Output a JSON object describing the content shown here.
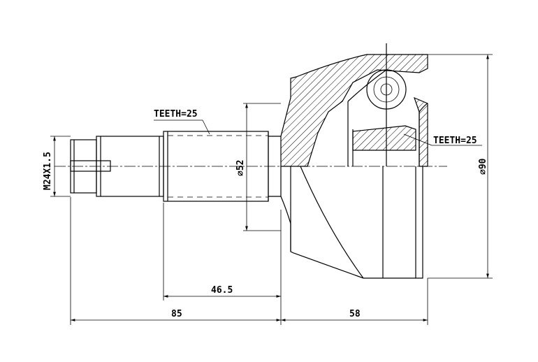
{
  "labels": {
    "thread": "M24X1.5",
    "spline_outer": "TEETH=25",
    "spline_inner": "TEETH=25",
    "dia_shaft": "⌀52",
    "dia_body": "⌀90",
    "len_shaft": "46.5",
    "len_total_left": "85",
    "len_body": "58"
  }
}
